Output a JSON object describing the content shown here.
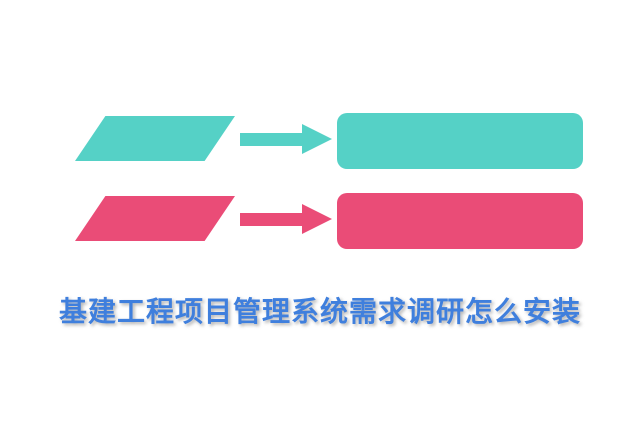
{
  "caption": {
    "text": "基建工程项目管理系统需求调研怎么安装"
  },
  "colors": {
    "teal": "#55d1c6",
    "pink": "#ea4c77",
    "caption": "#3f7fdd",
    "background": "#ffffff"
  },
  "diagram": {
    "rows": [
      {
        "name": "teal-flow",
        "left_shape": "parallelogram",
        "connector": "arrow-right",
        "right_shape": "rounded-rectangle",
        "color": "#55d1c6"
      },
      {
        "name": "pink-flow",
        "left_shape": "parallelogram",
        "connector": "arrow-right",
        "right_shape": "rounded-rectangle",
        "color": "#ea4c77"
      }
    ]
  }
}
